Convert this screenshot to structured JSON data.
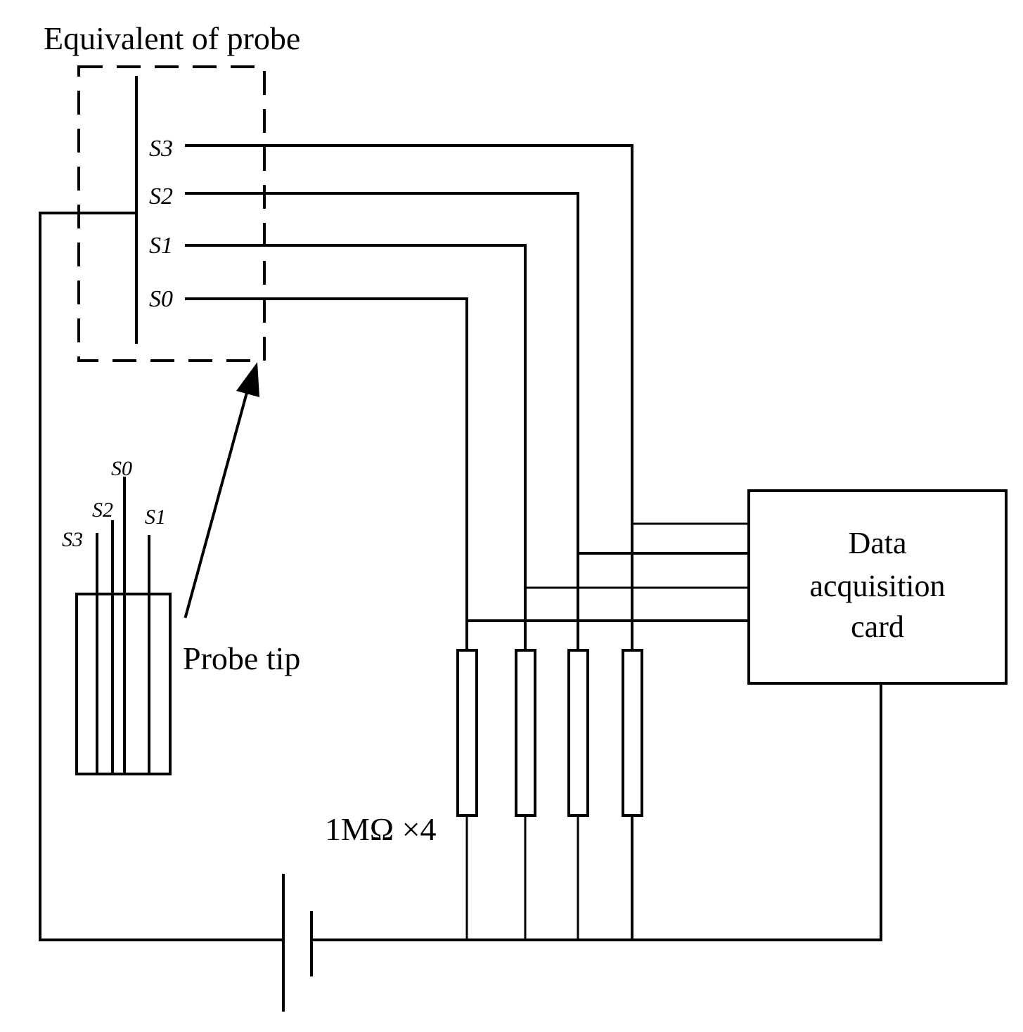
{
  "labels": {
    "equivalent_of_probe": "Equivalent of probe",
    "probe_tip": "Probe tip",
    "resistors": "1MΩ ×4",
    "card_line1": "Data",
    "card_line2": "acquisition",
    "card_line3": "card"
  },
  "equivalent_signals": [
    "S3",
    "S2",
    "S1",
    "S0"
  ],
  "tip_signals": {
    "s0": "S0",
    "s1": "S1",
    "s2": "S2",
    "s3": "S3"
  }
}
